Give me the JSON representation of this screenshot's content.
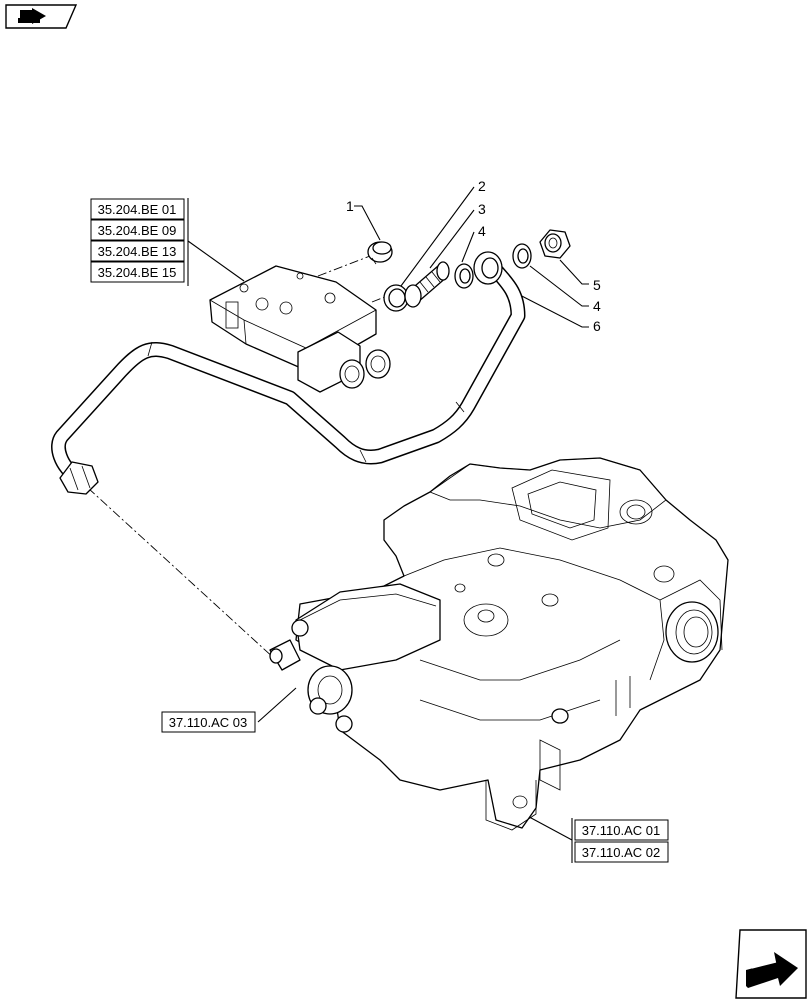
{
  "references": {
    "valve_refs": [
      "35.204.BE 01",
      "35.204.BE 09",
      "35.204.BE 13",
      "35.204.BE 15"
    ],
    "fitting_ref": "37.110.AC 03",
    "housing_refs": [
      "37.110.AC 01",
      "37.110.AC 02"
    ]
  },
  "callouts": [
    "1",
    "2",
    "3",
    "4",
    "5",
    "4",
    "6"
  ],
  "icons": {
    "top_left": "previous-page-arrow-icon",
    "bottom_right": "next-page-arrow-icon"
  }
}
